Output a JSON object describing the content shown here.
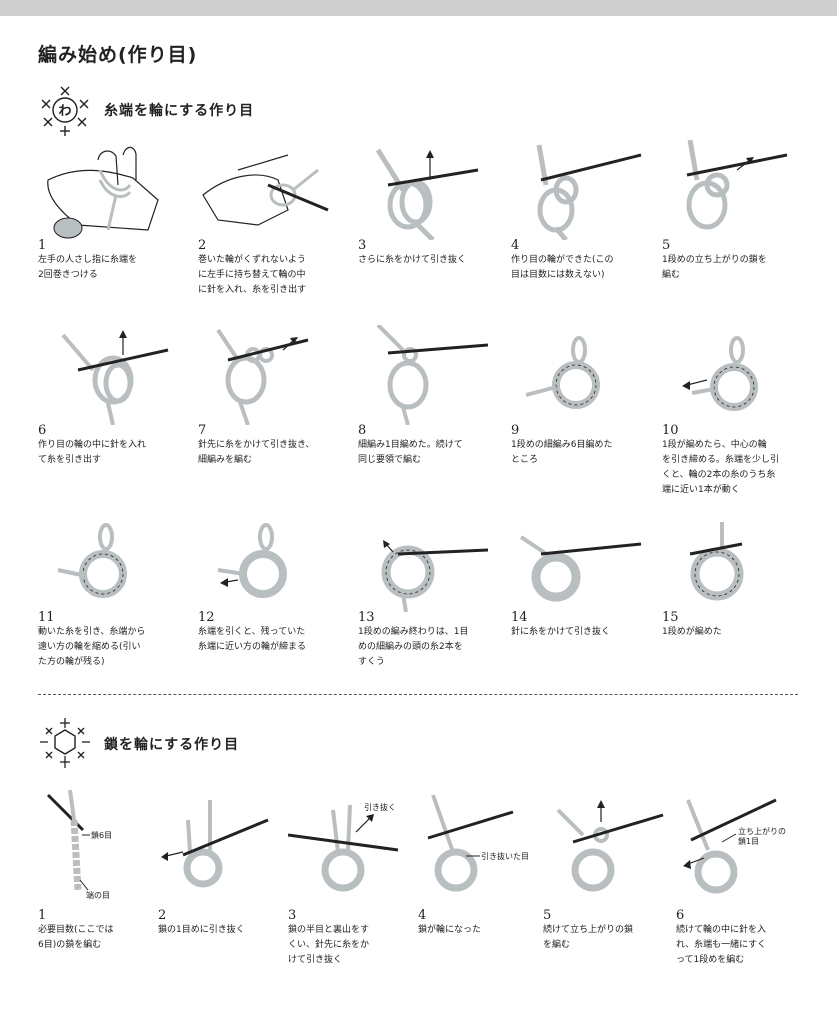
{
  "page_title": "編み始め(作り目)",
  "section1": {
    "heading": "糸端を輪にする作り目",
    "symbol_text": "わ",
    "steps": [
      {
        "num": "1",
        "caption": "左手の人さし指に糸端を\n2回巻きつける"
      },
      {
        "num": "2",
        "caption": "巻いた輪がくずれないよう\nに左手に持ち替えて輪の中\nに針を入れ、糸を引き出す"
      },
      {
        "num": "3",
        "caption": "さらに糸をかけて引き抜く"
      },
      {
        "num": "4",
        "caption": "作り目の輪ができた(この\n目は目数には数えない)"
      },
      {
        "num": "5",
        "caption": "1段めの立ち上がりの鎖を\n編む"
      },
      {
        "num": "6",
        "caption": "作り目の輪の中に針を入れ\nて糸を引き出す"
      },
      {
        "num": "7",
        "caption": "針先に糸をかけて引き抜き、\n細編みを編む"
      },
      {
        "num": "8",
        "caption": "細編み1目編めた。続けて\n同じ要領で編む"
      },
      {
        "num": "9",
        "caption": "1段めの細編み6目編めた\nところ"
      },
      {
        "num": "10",
        "caption": "1段が編めたら、中心の輪\nを引き締める。糸端を少し引\nくと、輪の2本の糸のうち糸\n端に近い1本が動く"
      },
      {
        "num": "11",
        "caption": "動いた糸を引き、糸端から\n遠い方の輪を縮める(引い\nた方の輪が残る)"
      },
      {
        "num": "12",
        "caption": "糸端を引くと、残っていた\n糸端に近い方の輪が締まる"
      },
      {
        "num": "13",
        "caption": "1段めの編み終わりは、1目\nめの細編みの頭の糸2本を\nすくう"
      },
      {
        "num": "14",
        "caption": "針に糸をかけて引き抜く"
      },
      {
        "num": "15",
        "caption": "1段めが編めた"
      }
    ]
  },
  "section2": {
    "heading": "鎖を輪にする作り目",
    "steps": [
      {
        "num": "1",
        "caption": "必要目数(ここでは\n6目)の鎖を編む",
        "labels": [
          "鎖6目",
          "端の目"
        ]
      },
      {
        "num": "2",
        "caption": "鎖の1目めに引き抜く",
        "labels": []
      },
      {
        "num": "3",
        "caption": "鎖の半目と裏山をす\nくい、針先に糸をか\nけて引き抜く",
        "labels": [
          "引き抜く"
        ]
      },
      {
        "num": "4",
        "caption": "鎖が輪になった",
        "labels": [
          "引き抜いた目"
        ]
      },
      {
        "num": "5",
        "caption": "続けて立ち上がりの鎖\nを編む",
        "labels": []
      },
      {
        "num": "6",
        "caption": "続けて輪の中に針を入\nれ、糸端も一緒にすく\nって1段めを編む",
        "labels": [
          "立ち上がりの\n鎖1目"
        ]
      }
    ]
  },
  "colors": {
    "yarn": "#b9bec1",
    "ink": "#222222",
    "topbar": "#cfcfcf"
  }
}
